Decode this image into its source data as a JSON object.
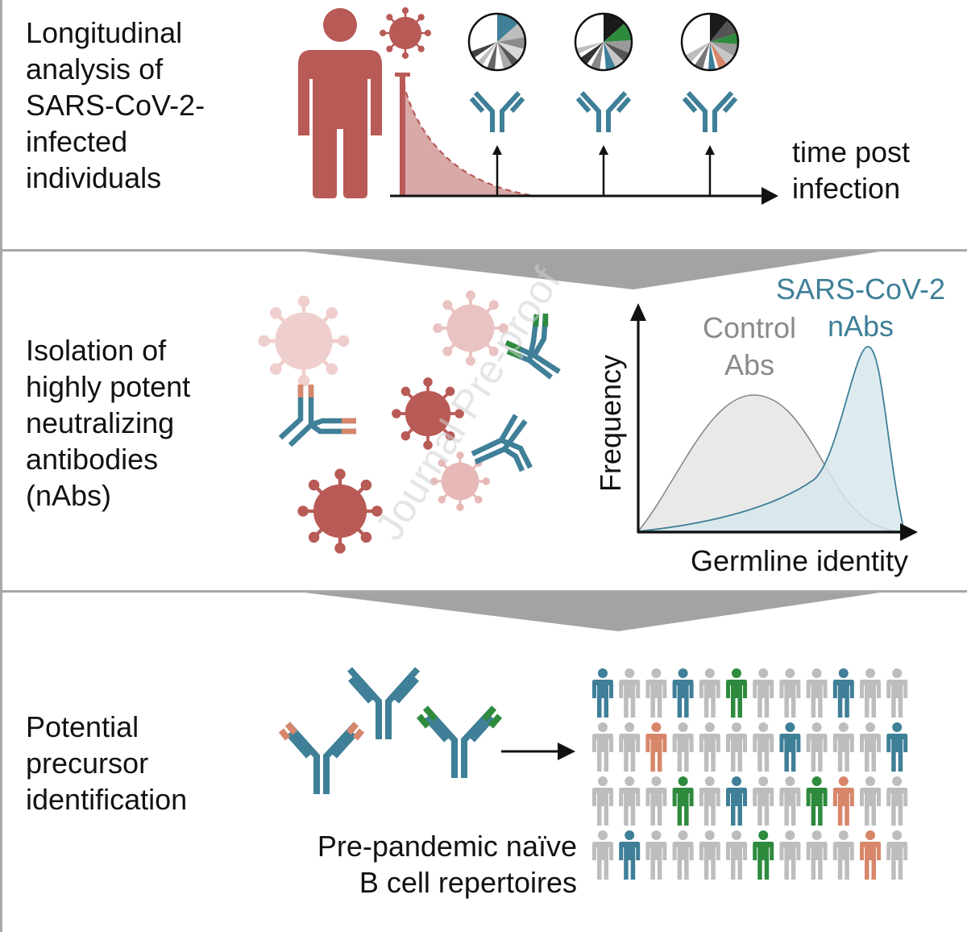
{
  "panels": [
    {
      "lines": [
        "Longitudinal",
        "analysis of",
        "SARS-CoV-2-",
        "infected",
        "individuals"
      ]
    },
    {
      "lines": [
        "Isolation of",
        "highly potent",
        "neutralizing",
        "antibodies",
        "(nAbs)"
      ]
    },
    {
      "lines": [
        "Potential",
        "precursor",
        "identification"
      ]
    }
  ],
  "timeline": {
    "axis_label_lines": [
      "time post",
      "infection"
    ]
  },
  "distribution": {
    "y_label": "Frequency",
    "x_label": "Germline identity",
    "control_label_lines": [
      "Control",
      "Abs"
    ],
    "nabs_label_lines": [
      "SARS-CoV-2",
      "nAbs"
    ]
  },
  "repertoire": {
    "label_lines": [
      "Pre-pandemic naïve",
      "B cell repertoires"
    ]
  },
  "watermark": "Journal Pre-proof",
  "colors": {
    "virus_dark": "#b85a56",
    "virus_light": "#e9c3c1",
    "antibody_blue": "#3f7f98",
    "antibody_green": "#2e8b3e",
    "antibody_orange": "#d8866a",
    "person_gray": "#bdbdbd",
    "nabs_fill": "#d7e7ec",
    "control_fill": "#e9e9e9"
  },
  "people_grid_colors": [
    [
      "blue",
      "gray",
      "gray",
      "blue",
      "gray",
      "green",
      "gray",
      "gray",
      "gray",
      "blue",
      "gray",
      "gray"
    ],
    [
      "gray",
      "gray",
      "orange",
      "gray",
      "gray",
      "gray",
      "gray",
      "blue",
      "gray",
      "gray",
      "gray",
      "blue"
    ],
    [
      "gray",
      "gray",
      "gray",
      "green",
      "gray",
      "blue",
      "gray",
      "gray",
      "green",
      "orange",
      "gray",
      "gray"
    ],
    [
      "gray",
      "blue",
      "gray",
      "gray",
      "gray",
      "gray",
      "green",
      "gray",
      "gray",
      "gray",
      "orange",
      "gray"
    ]
  ]
}
